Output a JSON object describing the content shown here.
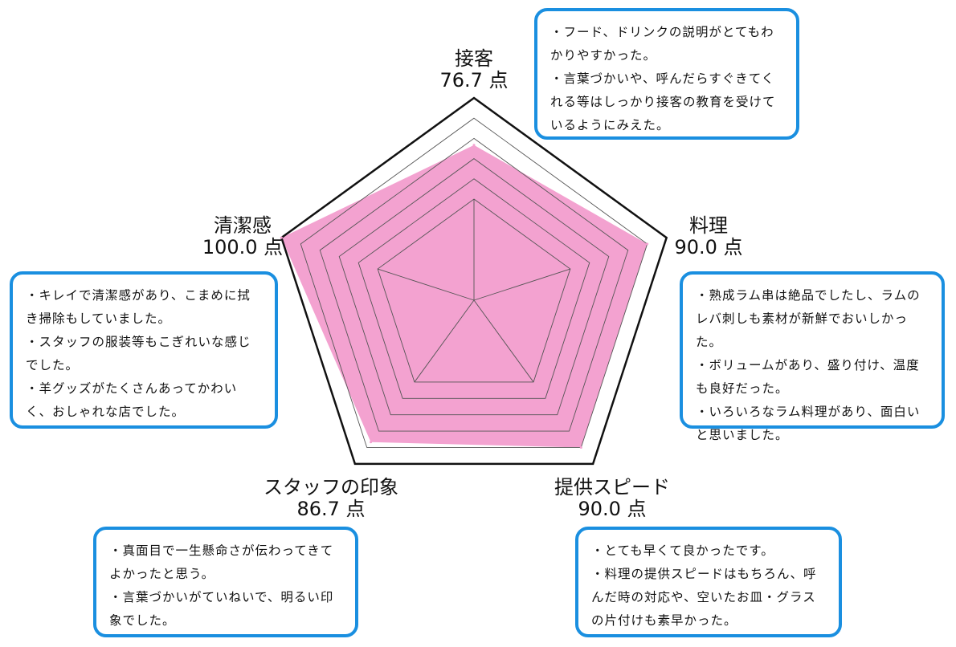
{
  "chart_data": {
    "type": "radar",
    "unit": "点",
    "range": [
      50,
      100
    ],
    "grid_step": 10,
    "fill_color": "#f3a2d0",
    "axes": [
      {
        "name": "接客",
        "value": 76.7,
        "label_value": "76.7 点"
      },
      {
        "name": "料理",
        "value": 90.0,
        "label_value": "90.0 点"
      },
      {
        "name": "提供スピード",
        "value": 90.0,
        "label_value": "90.0 点"
      },
      {
        "name": "スタッフの印象",
        "value": 86.7,
        "label_value": "86.7 点"
      },
      {
        "name": "清潔感",
        "value": 100.0,
        "label_value": "100.0 点"
      }
    ]
  },
  "comments": {
    "service": [
      "・フード、ドリンクの説明がとてもわかりやすかった。",
      "・言葉づかいや、呼んだらすぐきてくれる等はしっかり接客の教育を受けているようにみえた。"
    ],
    "food": [
      "・熟成ラム串は絶品でしたし、ラムのレバ刺しも素材が新鮮でおいしかった。",
      "・ボリュームがあり、盛り付け、温度も良好だった。",
      "・いろいろなラム料理があり、面白いと思いました。"
    ],
    "speed": [
      "・とても早くて良かったです。",
      "・料理の提供スピードはもちろん、呼んだ時の対応や、空いたお皿・グラスの片付けも素早かった。"
    ],
    "staff": [
      "・真面目で一生懸命さが伝わってきてよかったと思う。",
      "・言葉づかいがていねいで、明るい印象でした。"
    ],
    "clean": [
      "・キレイで清潔感があり、こまめに拭き掃除もしていました。",
      "・スタッフの服装等もこぎれいな感じでした。",
      "・羊グッズがたくさんあってかわいく、おしゃれな店でした。"
    ]
  }
}
